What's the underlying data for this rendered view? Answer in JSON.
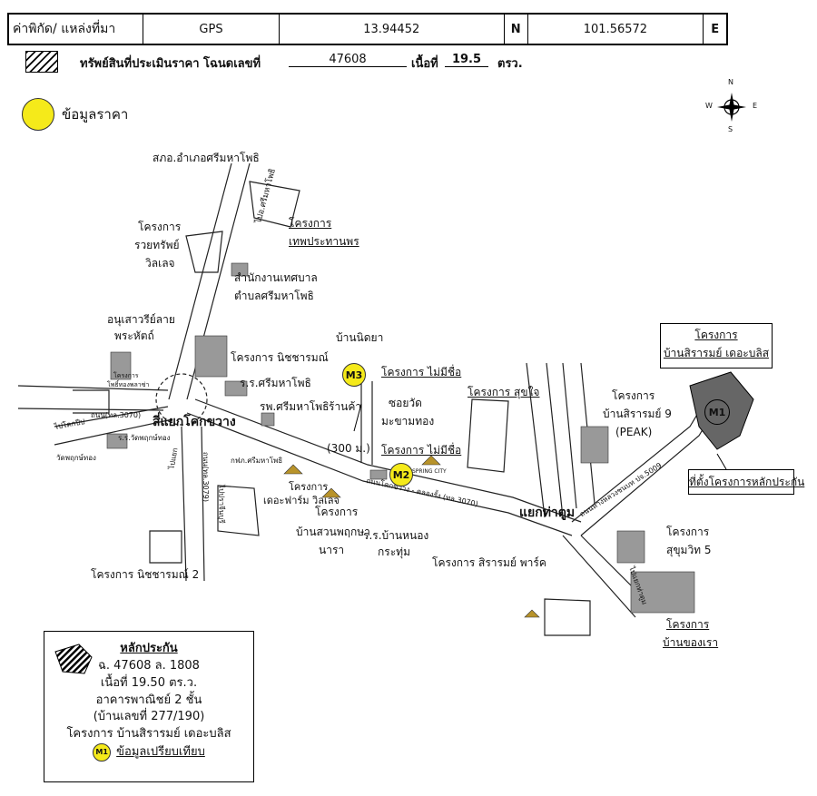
{
  "header": {
    "coord_label": "ค่าพิกัด/ แหล่งที่มา",
    "source": "GPS",
    "lat": "13.94452",
    "lat_dir": "N",
    "lon": "101.56572",
    "lon_dir": "E"
  },
  "property": {
    "label": "ทรัพย์สินที่ประเมินราคา โฉนดเลขที่",
    "deed_no": "47608",
    "area_label": "เนื้อที่",
    "area_value": "19.5",
    "area_unit": "ตรว."
  },
  "price_legend_label": "ข้อมูลราคา",
  "compass": {
    "n": "N",
    "s": "S",
    "e": "E",
    "w": "W"
  },
  "map_labels": {
    "police": "สภอ.อำเภอศรีมหาโพธิ",
    "road_north": "ไปอ.ศรีมหาโพธิ",
    "proj_thep": "โครงการ",
    "proj_thep2": "เทพประทานพร",
    "proj_ruay1": "โครงการ",
    "proj_ruay2": "รวยทรัพย์",
    "proj_ruay3": "วิลเลจ",
    "municipal1": "สำนักงานเทศบาล",
    "municipal2": "ตำบลศรีมหาโพธิ",
    "monument1": "อนุเสาวรีย์ลาย",
    "monument2": "พระหัตถ์",
    "proj_nichcha": "โครงการ นิชชารมณ์",
    "proj_thong": "โครงการ",
    "proj_thong2": "โพธิ์ทองพลาซ่า",
    "school": "ร.ร.ศรีมหาโพธิ",
    "hospital": "รพ.ศรีมหาโพธิ",
    "junction1": "สี่แยกโคกขวาง",
    "road_3070": "ถนน(ทล.3070)",
    "to_kokpeep": "ไปโคกปีป",
    "school_wat": "ร.ร.วัดพฤกษ์ทอง",
    "wat": "วัดพฤกษ์ทอง",
    "road_3079": "ถนน(ทล.3079)",
    "road_prachin": "ไปปราจีนบุรี",
    "road_side": "ไปแยก",
    "pea": "กฟภ.ศรีมหาโพธิ",
    "proj_farm1": "โครงการ",
    "proj_farm2": "เดอะฟาร์ม วิลเลจ",
    "proj_suan1": "โครงการ",
    "proj_suan2": "บ้านสวนพฤกษา",
    "proj_suan3": "นารา",
    "proj_nich2": "โครงการ นิชชารมณ์ 2",
    "ban_nidtaya": "บ้านนิดยา",
    "proj_noname1": "โครงการ ไม่มีชื่อ",
    "soi_wat1": "ซอยวัด",
    "soi_wat2": "มะขามทอง",
    "shop": "ร้านค้า",
    "distance": "(300 ม.)",
    "proj_noname2": "โครงการ ไม่มีชื่อ",
    "spring_city": "SPRING CITY",
    "road_main": "ถนนโคกขวาง - คลองรั้ง (ทล.3070)",
    "school_nong1": "ร.ร.บ้านหนอง",
    "school_nong2": "กระทุ่ม",
    "proj_sukjai": "โครงการ สุขใจ",
    "junction2": "แยกท่าตูม",
    "proj_park": "โครงการ สิรารมย์ พาร์ค",
    "proj_peak1": "โครงการ",
    "proj_peak2": "บ้านสิรารมย์ 9",
    "proj_peak3": "(PEAK)",
    "proj_main1": "โครงการ",
    "proj_main2": "บ้านสิรารมย์ เดอะบลิส",
    "collateral_site": "ที่ตั้งโครงการหลักประกัน",
    "road_5009": "ถนนทางหลวงชนบท ปจ.5009",
    "proj_suk1": "โครงการ",
    "proj_suk2": "สุขุมวิท 5",
    "proj_our1": "โครงการ",
    "proj_our2": "บ้านของเรา",
    "road_thatum": "ไปแยกท่าตูม"
  },
  "markers": {
    "m1": "M1",
    "m2": "M2",
    "m3": "M3",
    "legend_m": "M1"
  },
  "legend": {
    "title": "หลักประกัน",
    "line1": "ฉ. 47608 ล. 1808",
    "line2": "เนื้อที่ 19.50 ตร.ว.",
    "line3": "อาคารพาณิชย์ 2 ชั้น",
    "line4": "(บ้านเลขที่ 277/190)",
    "line5": "โครงการ บ้านสิรารมย์ เดอะบลิส",
    "compare": "ข้อมูลเปรียบเทียบ"
  },
  "colors": {
    "marker": "#f5ea1a",
    "collateral": "#666666"
  }
}
